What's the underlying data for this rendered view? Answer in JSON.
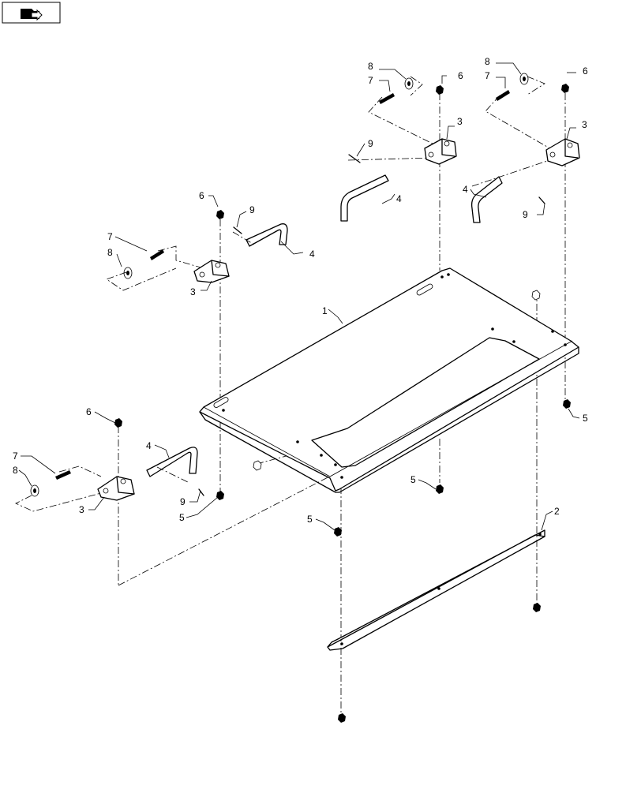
{
  "nav": {
    "icon": "back-arrow-folder-icon"
  },
  "callouts": {
    "plate": "1",
    "strip": "2",
    "bracket": "3",
    "handle": "4",
    "nut_lower": "5",
    "nut_upper": "6",
    "bolt": "7",
    "washer": "8",
    "pin": "9"
  }
}
